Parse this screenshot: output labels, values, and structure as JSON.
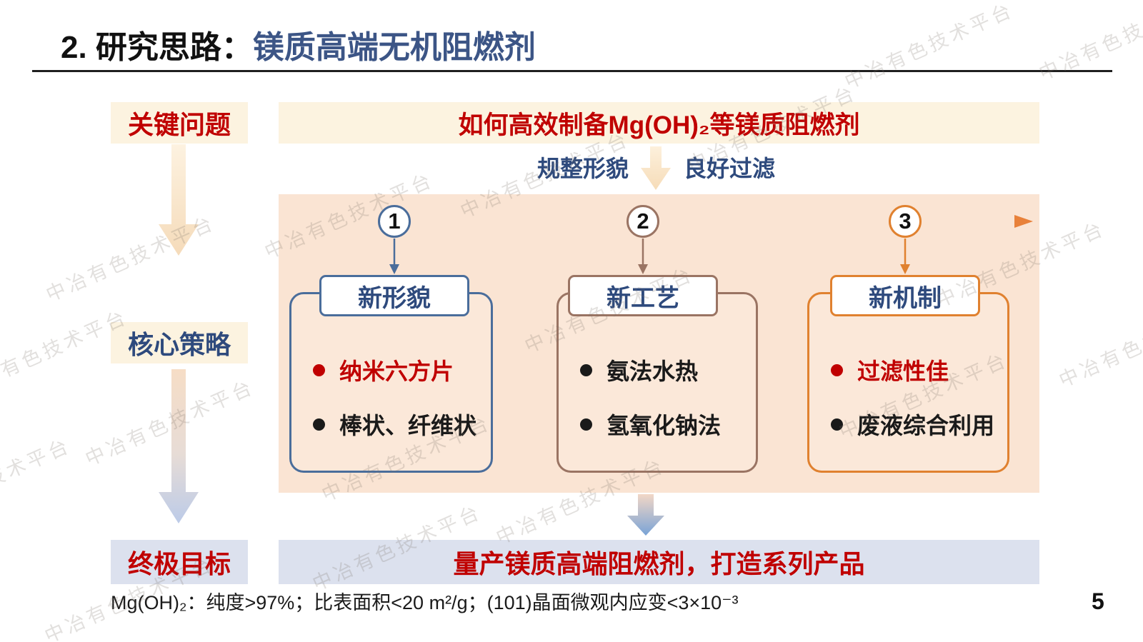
{
  "slide": {
    "title_prefix": "2. 研究思路：",
    "title_subject": "镁质高端无机阻燃剂",
    "page_number": "5",
    "watermark_text": "中冶有色技术平台"
  },
  "flow": {
    "key_problem_label": "关键问题",
    "core_strategy_label": "核心策略",
    "ultimate_goal_label": "终极目标",
    "key_question": "如何高效制备Mg(OH)₂等镁质阻燃剂",
    "requirement_left": "规整形貌",
    "requirement_right": "良好过滤",
    "goal_statement": "量产镁质高端阻燃剂，打造系列产品",
    "footer_spec": "Mg(OH)₂：纯度>97%；比表面积<20 m²/g；(101)晶面微观内应变<3×10⁻³"
  },
  "columns": [
    {
      "number": "1",
      "header": "新形貌",
      "accent": "#4a6d9b",
      "items": [
        {
          "text": "纳米六方片",
          "color": "#c00000"
        },
        {
          "text": "棒状、纤维状",
          "color": "#1a1a1a"
        }
      ]
    },
    {
      "number": "2",
      "header": "新工艺",
      "accent": "#9a7463",
      "items": [
        {
          "text": "氨法水热",
          "color": "#1a1a1a"
        },
        {
          "text": "氢氧化钠法",
          "color": "#1a1a1a"
        }
      ]
    },
    {
      "number": "3",
      "header": "新机制",
      "accent": "#e0812f",
      "items": [
        {
          "text": "过滤性佳",
          "color": "#c00000"
        },
        {
          "text": "废液综合利用",
          "color": "#1a1a1a"
        }
      ]
    }
  ],
  "colors": {
    "title_blue": "#3c5586",
    "emphasis_red": "#c00000",
    "navy_text": "#2e4a7d",
    "cream_bg": "#fcf3e0",
    "peach_bg": "#fae4d3",
    "periwinkle_bg": "#dce1ee",
    "timeline_blue": "#6f94c4",
    "timeline_tan": "#a58b7a",
    "timeline_orange": "#e8813a"
  }
}
